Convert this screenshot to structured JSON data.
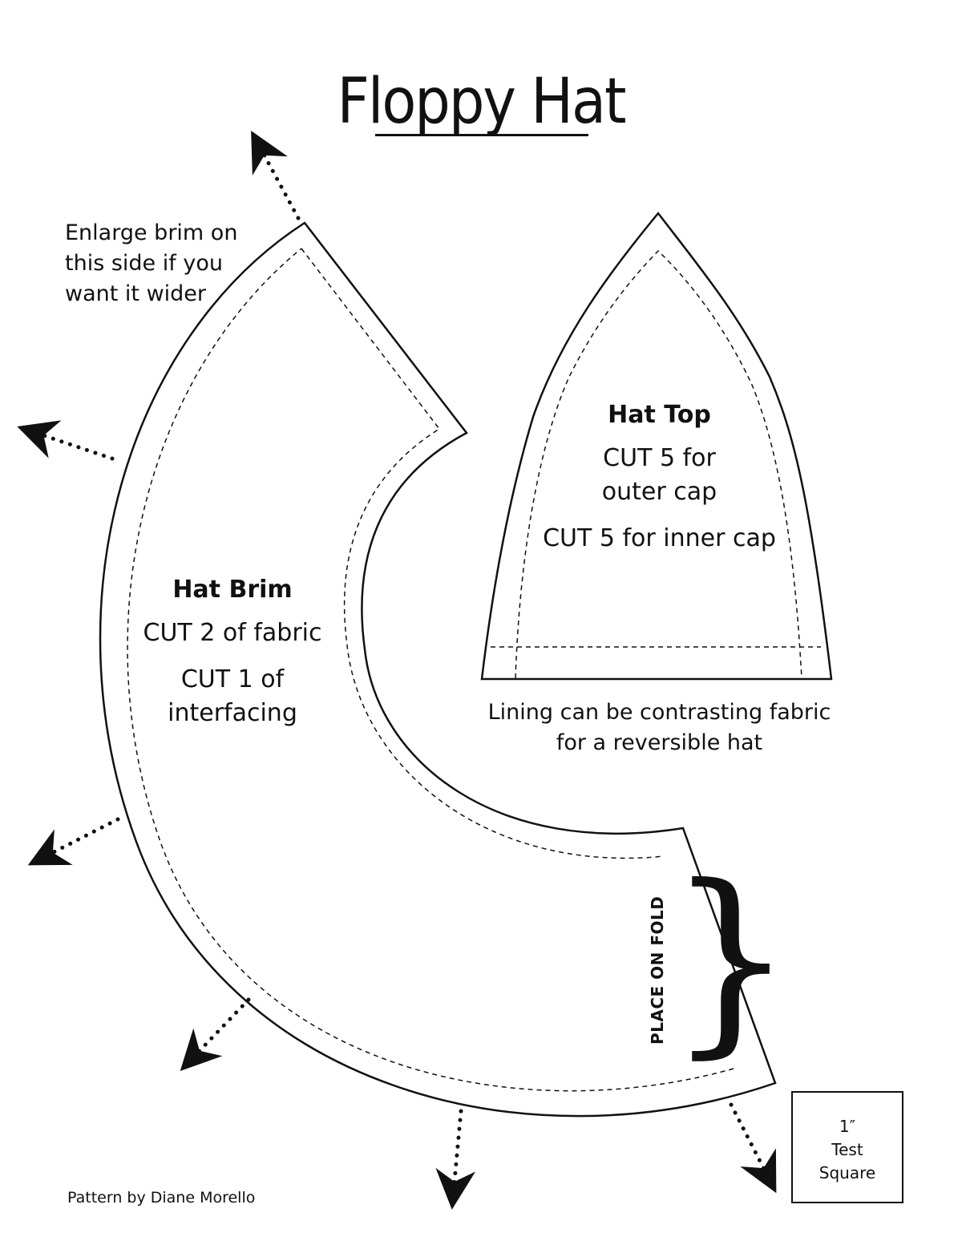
{
  "title": "Floppy Hat",
  "notes": {
    "enlarge": [
      "Enlarge brim on",
      "this side if you",
      "want it wider"
    ],
    "lining": [
      "Lining can be contrasting fabric",
      "for a reversible hat"
    ]
  },
  "brim": {
    "heading": "Hat Brim",
    "cut_fabric": "CUT 2 of fabric",
    "cut_interfacing": [
      "CUT 1 of",
      "interfacing"
    ],
    "fold_label": "PLACE ON FOLD",
    "brace_glyph": "}"
  },
  "top": {
    "heading": "Hat Top",
    "cut_outer": [
      "CUT 5 for",
      "outer cap"
    ],
    "cut_inner": "CUT 5 for inner cap"
  },
  "test_square": [
    "1″",
    "Test",
    "Square"
  ],
  "credit": "Pattern by Diane Morello",
  "colors": {
    "ink": "#111111",
    "paper": "#ffffff"
  }
}
